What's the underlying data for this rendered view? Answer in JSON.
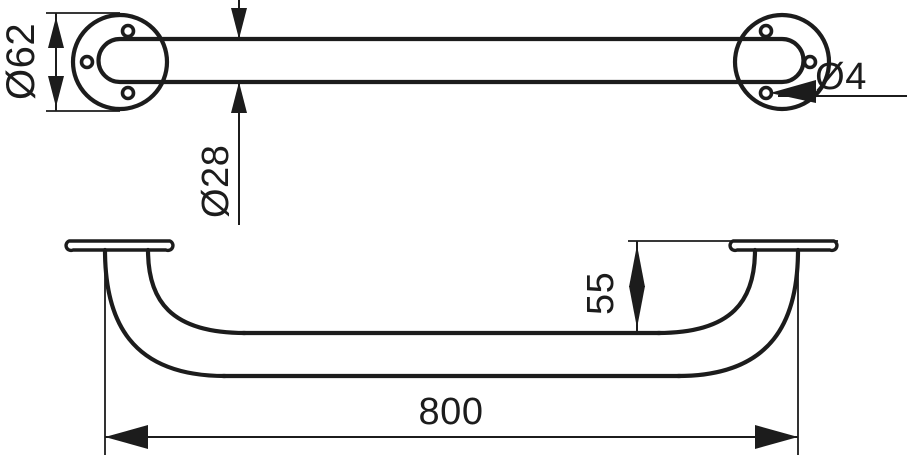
{
  "drawing": {
    "title": "Grab bar technical drawing",
    "views": {
      "top": "top-view-straight-bar-with-round-flanges",
      "side": "side-view-curved-bar-with-flat-flanges"
    },
    "dimensions": {
      "flange_diameter": "Ø62",
      "tube_diameter": "Ø28",
      "hole_diameter": "Ø4",
      "projection_height": "55",
      "overall_length": "800"
    },
    "colors": {
      "line": "#1c1c1c",
      "background": "#ffffff"
    }
  }
}
